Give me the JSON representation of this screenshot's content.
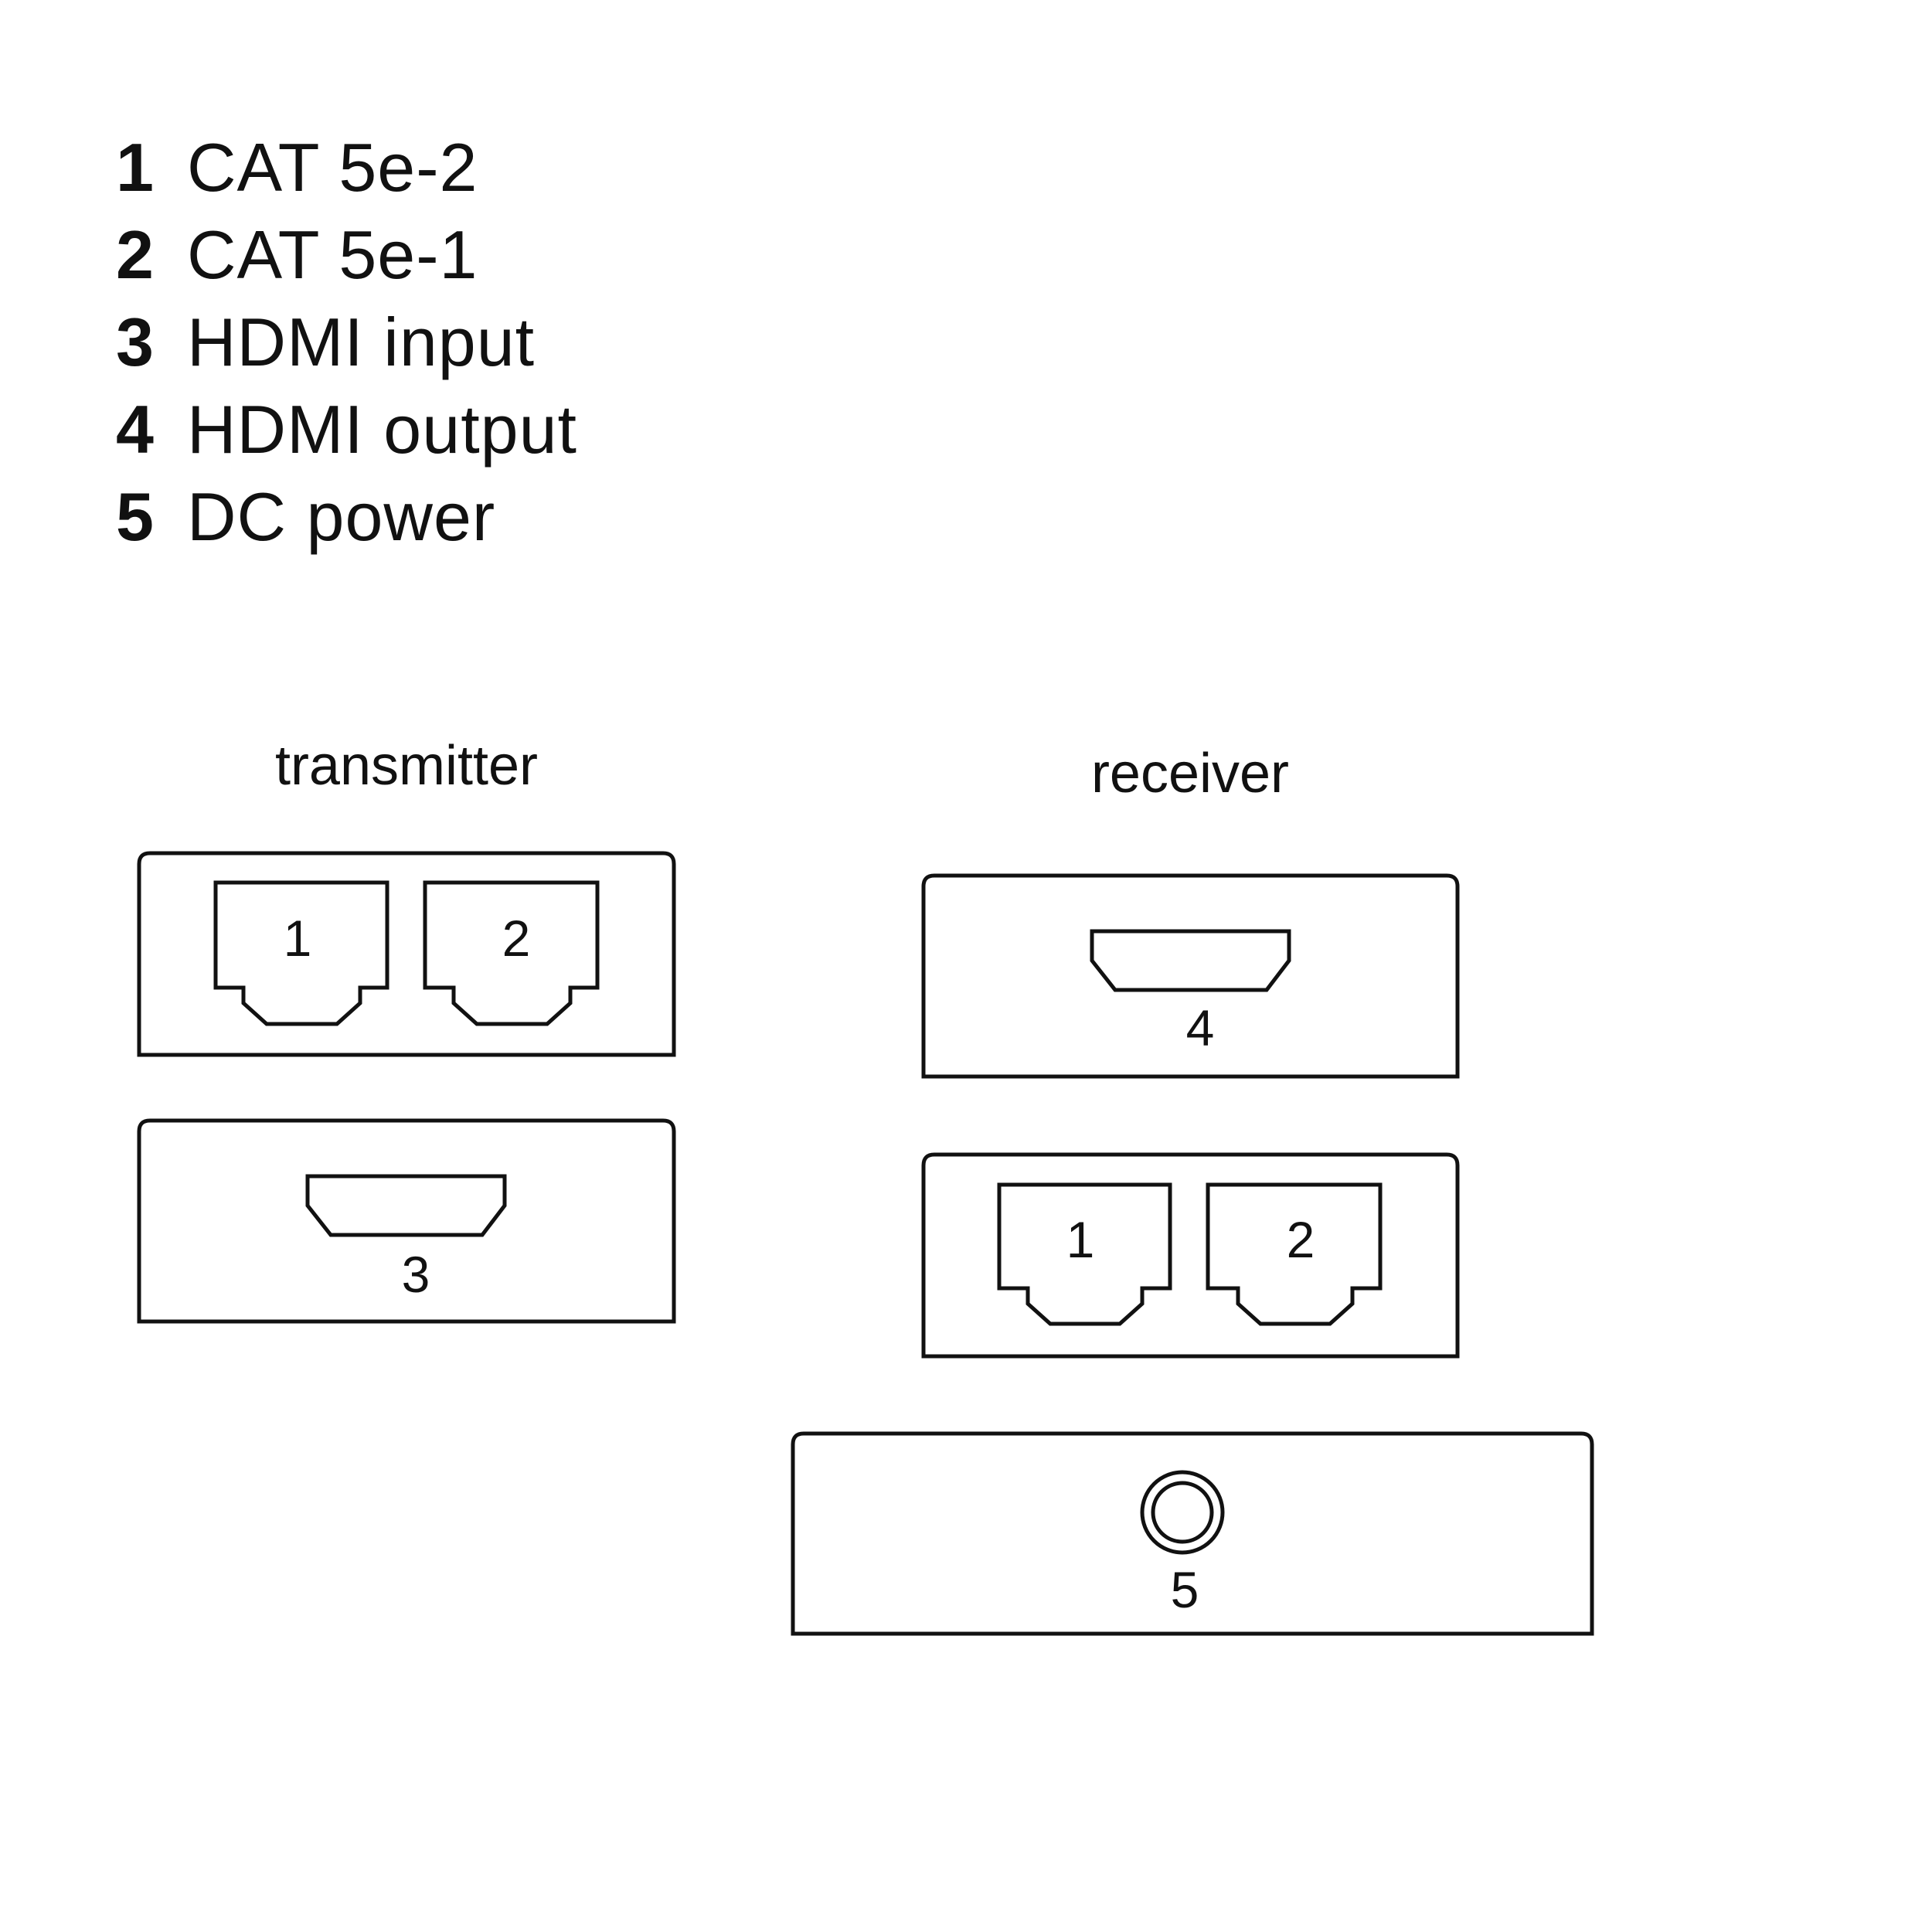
{
  "legend": [
    {
      "num": "1",
      "text": "CAT 5e-2"
    },
    {
      "num": "2",
      "text": "CAT 5e-1"
    },
    {
      "num": "3",
      "text": "HDMI input"
    },
    {
      "num": "4",
      "text": "HDMI output"
    },
    {
      "num": "5",
      "text": "DC power"
    }
  ],
  "transmitter": {
    "title": "transmitter",
    "rj45_left": "1",
    "rj45_right": "2",
    "hdmi": "3"
  },
  "receiver": {
    "title": "receiver",
    "hdmi": "4",
    "rj45_left": "1",
    "rj45_right": "2",
    "dc": "5"
  },
  "colors": {
    "stroke": "#111111",
    "background": "#ffffff"
  }
}
